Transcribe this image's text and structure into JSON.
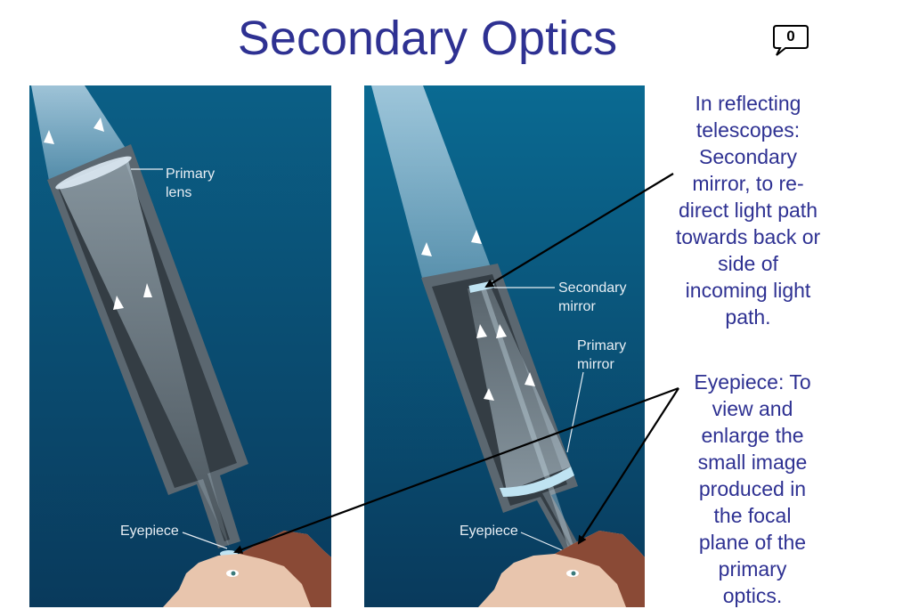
{
  "title": "Secondary Optics",
  "comment_count": "0",
  "refractor": {
    "primary_lens_label_1": "Primary",
    "primary_lens_label_2": "lens",
    "eyepiece_label": "Eyepiece"
  },
  "reflector": {
    "secondary_mirror_label_1": "Secondary",
    "secondary_mirror_label_2": "mirror",
    "primary_mirror_label_1": "Primary",
    "primary_mirror_label_2": "mirror",
    "eyepiece_label": "Eyepiece"
  },
  "captions": {
    "secondary_mirror_lines": [
      "In reflecting",
      "telescopes:",
      "Secondary",
      "mirror, to re-",
      "direct light path",
      "towards back or",
      "side of",
      "incoming light",
      "path."
    ],
    "eyepiece_lines": [
      "Eyepiece: To",
      "view and",
      "enlarge the",
      "small image",
      "produced in",
      "the focal",
      "plane of the",
      "primary",
      "optics."
    ]
  },
  "colors": {
    "title": "#2e3192",
    "caption": "#2e3192",
    "sky_top": "#0b5f86",
    "sky_bottom": "#093a5c",
    "tube_outer": "#5b6770",
    "tube_inner": "#343d44"
  }
}
